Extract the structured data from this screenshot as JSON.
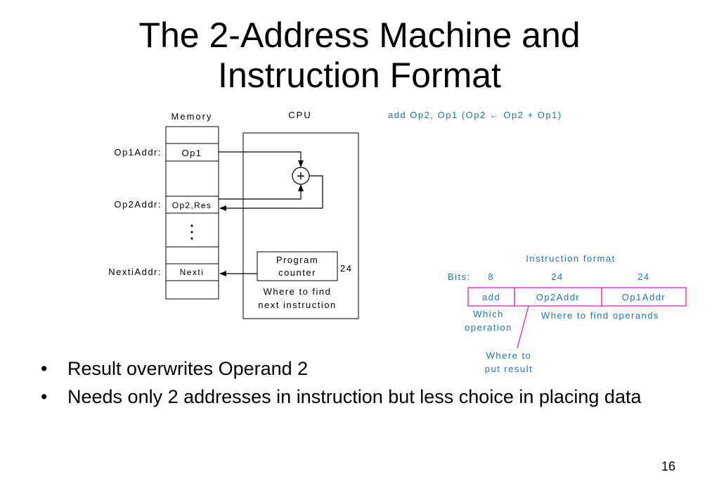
{
  "slide": {
    "title_line1": "The 2-Address Machine and",
    "title_line2": "Instruction Format",
    "page_number": "16"
  },
  "diagram": {
    "memory_label": "Memory",
    "cpu_label": "CPU",
    "instruction": "add  Op2, Op1  (Op2 ← Op2 + Op1)",
    "op1addr_label": "Op1Addr:",
    "op2addr_label": "Op2Addr:",
    "nextiaddr_label": "NextiAddr:",
    "cell_op1": "Op1",
    "cell_op2res": "Op2,Res",
    "cell_nexti": "Nexti",
    "ellipsis": "⋮",
    "adder_symbol": "+",
    "pc_line1": "Program",
    "pc_line2": "counter",
    "pc_width": "24",
    "find_next_line1": "Where to find",
    "find_next_line2": "next instruction",
    "format_title": "Instruction format",
    "bits_label": "Bits:",
    "bits_opcode": "8",
    "bits_op2": "24",
    "bits_op1": "24",
    "field_opcode": "add",
    "field_op2": "Op2Addr",
    "field_op1": "Op1Addr",
    "which_op_line1": "Which",
    "which_op_line2": "operation",
    "where_operands": "Where to find operands",
    "put_result_line1": "Where to",
    "put_result_line2": "put result"
  },
  "colors": {
    "blue_text": "#1a73c8",
    "magenta": "#e020c8"
  },
  "bullets": [
    "Result overwrites Operand 2",
    "Needs only 2 addresses in instruction but less choice in placing data"
  ]
}
